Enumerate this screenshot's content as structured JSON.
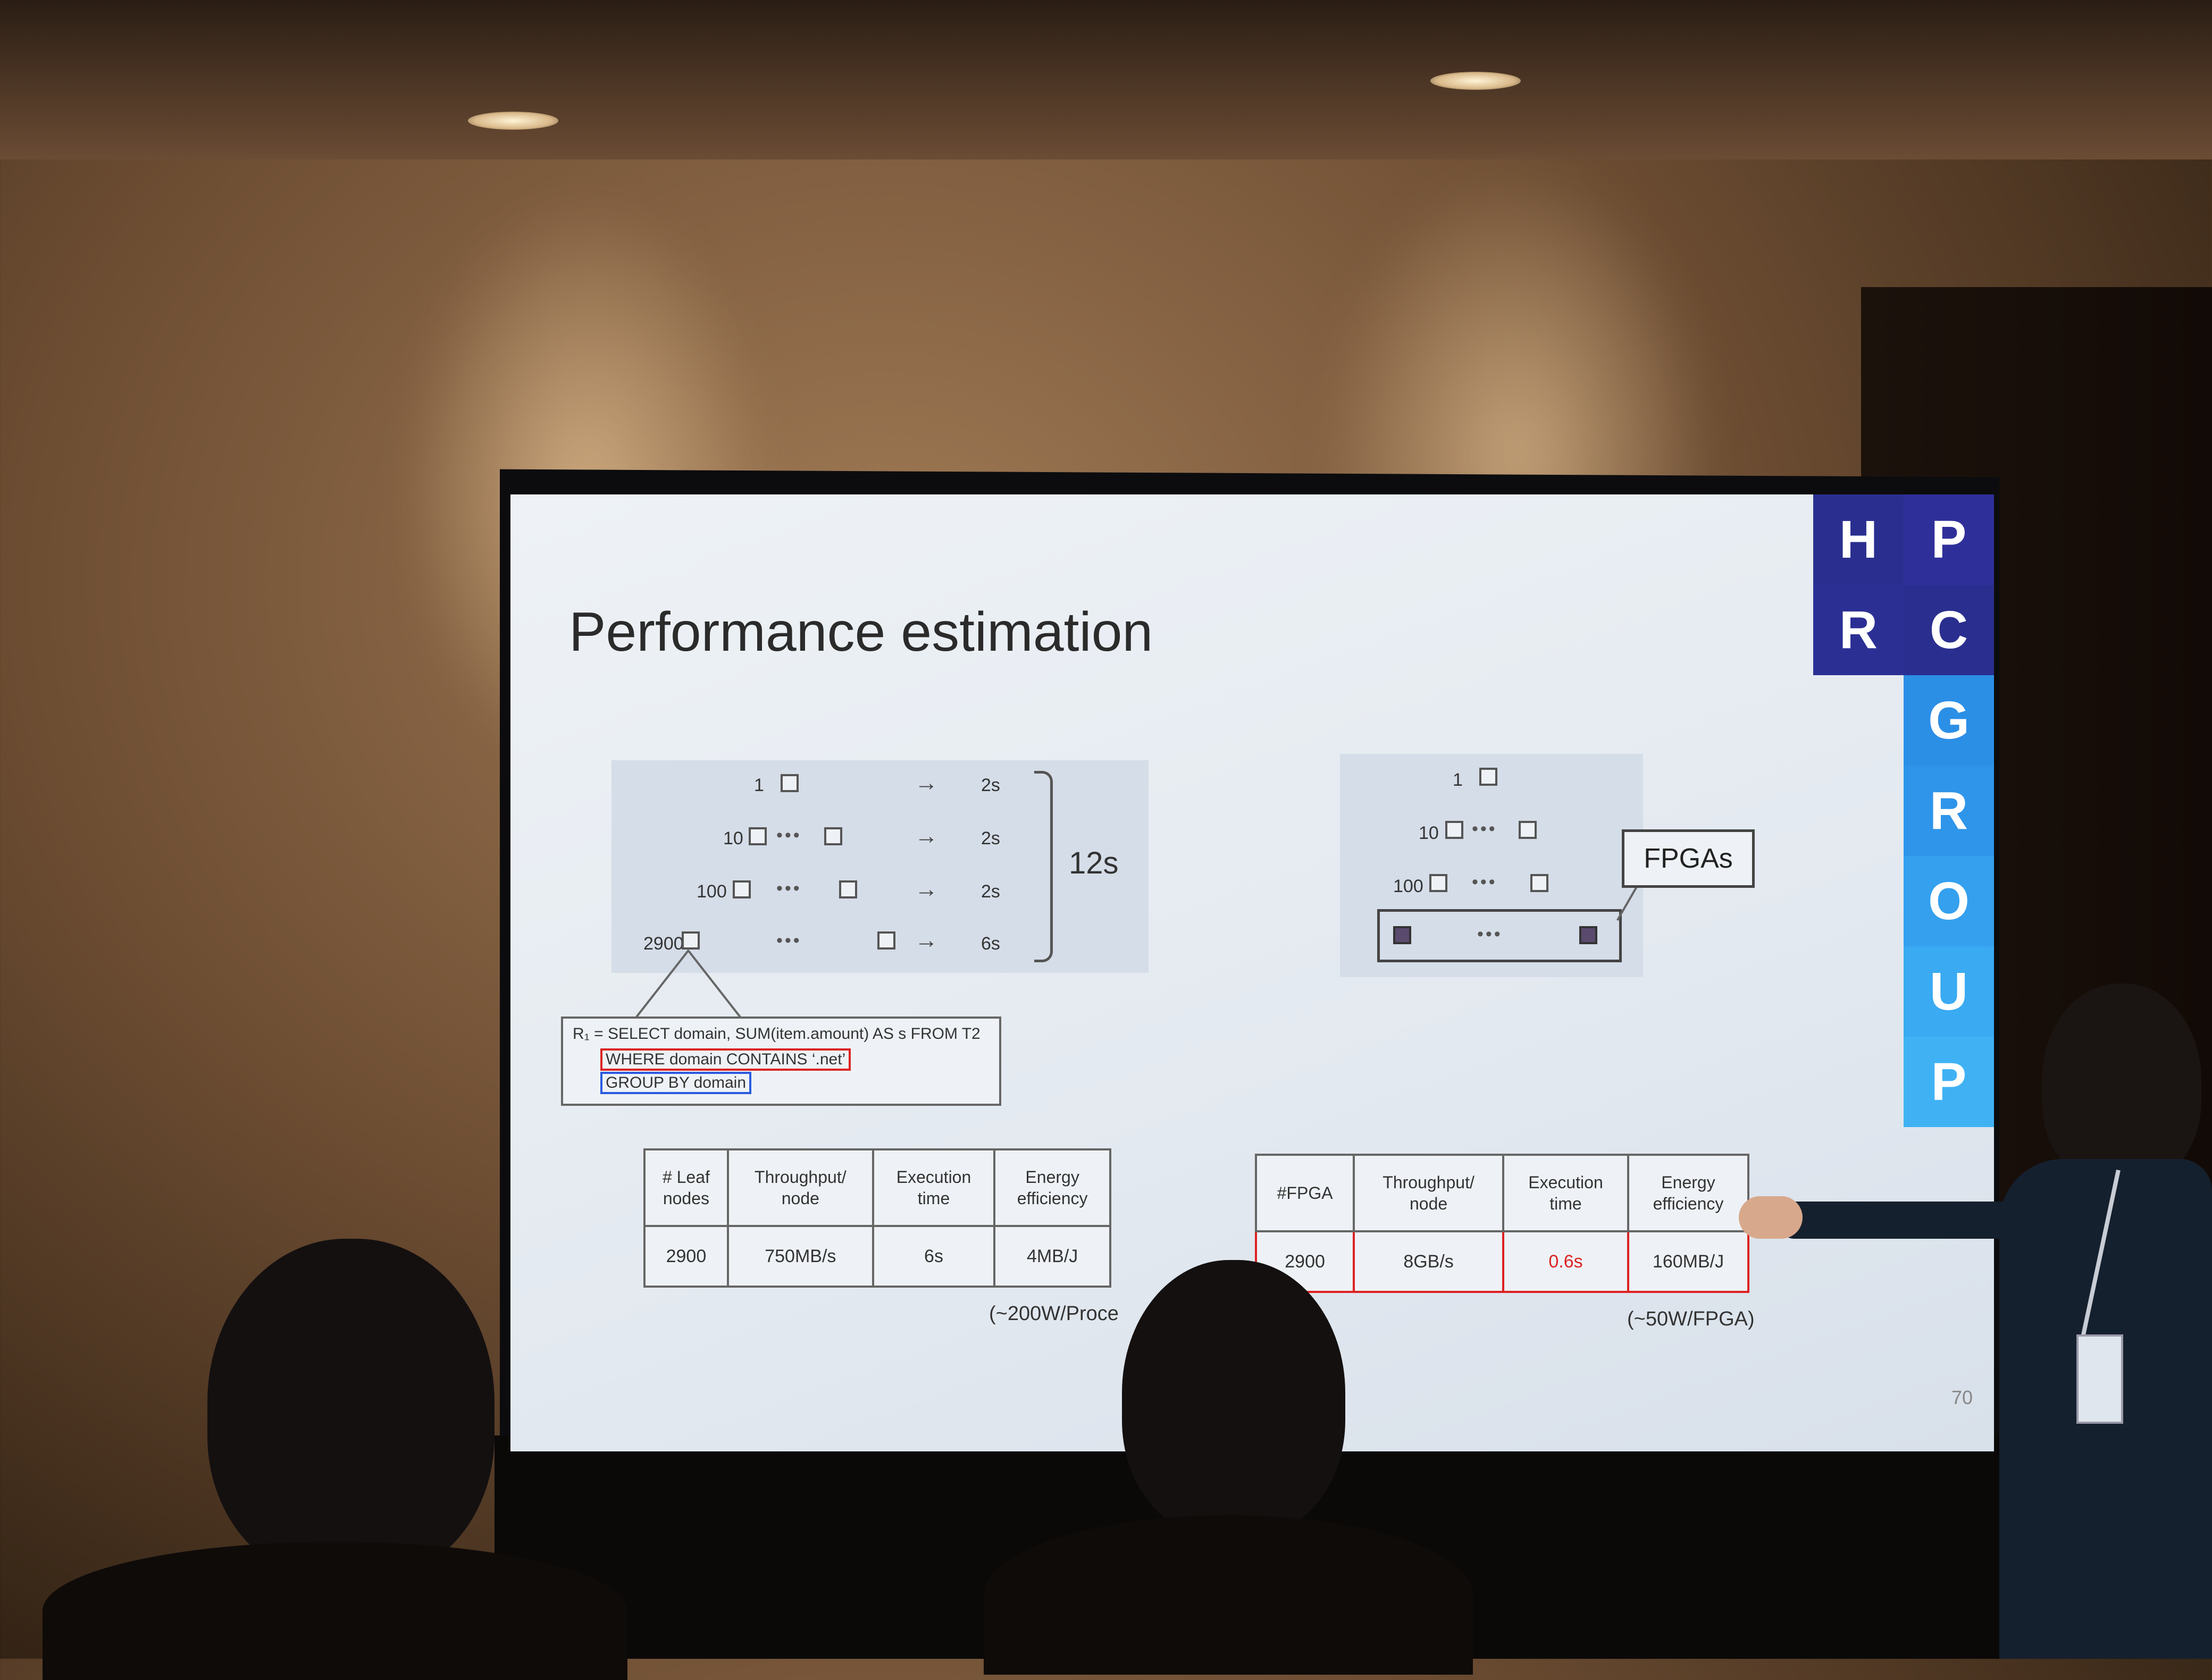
{
  "slide": {
    "title": "Performance estimation",
    "page_number": "70",
    "left_diagram": {
      "row_labels": [
        "1",
        "10",
        "100",
        "2900"
      ],
      "times": [
        "2s",
        "2s",
        "2s",
        "6s"
      ],
      "total": "12s",
      "ellipsis": "•••"
    },
    "query": {
      "line1": "R₁ = SELECT domain, SUM(item.amount) AS s FROM T2",
      "line2": "WHERE domain CONTAINS ‘.net’",
      "line3": "GROUP BY domain"
    },
    "right_diagram": {
      "row_labels": [
        "1",
        "10",
        "100"
      ],
      "callout": "FPGAs",
      "ellipsis": "•••"
    },
    "left_table": {
      "headers": [
        "# Leaf\nnodes",
        "Throughput/\nnode",
        "Execution\ntime",
        "Energy\nefficiency"
      ],
      "row": [
        "2900",
        "750MB/s",
        "6s",
        "4MB/J"
      ],
      "note": "(~200W/Proce"
    },
    "right_table": {
      "headers": [
        "#FPGA",
        "Throughput/\nnode",
        "Execution\ntime",
        "Energy\nefficiency"
      ],
      "row": [
        "2900",
        "8GB/s",
        "0.6s",
        "160MB/J"
      ],
      "note": "(~50W/FPGA)"
    },
    "logo_letters": [
      "H",
      "P",
      "R",
      "C",
      "G",
      "R",
      "O",
      "U",
      "P"
    ]
  },
  "colors": {
    "logo_dark": "#2a2f8f",
    "logo_light": "#2b8fe6",
    "highlight_red": "#dd2222",
    "highlight_blue": "#2a5be0"
  }
}
